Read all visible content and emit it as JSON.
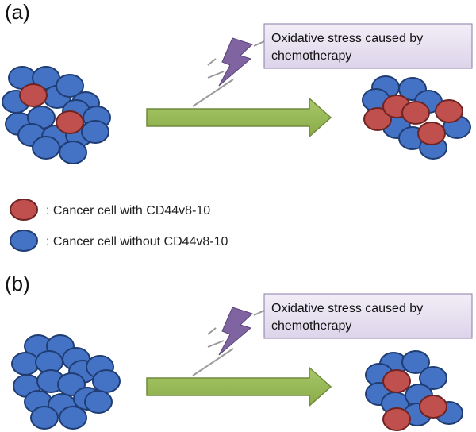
{
  "panels": [
    {
      "label": "(a)",
      "stress_box": {
        "line1": "Oxidative stress caused by",
        "line2": "chemotherapy"
      }
    },
    {
      "label": "(b)",
      "stress_box": {
        "line1": "Oxidative stress caused by",
        "line2": "chemotherapy"
      }
    }
  ],
  "legend": {
    "red": ": Cancer cell with CD44v8-10",
    "blue": ": Cancer cell without CD44v8-10"
  },
  "colors": {
    "cell_with_cd44v8_10": "#c0504d",
    "cell_without_cd44v8_10": "#4472c4",
    "arrow": "#9bbb59",
    "lightning": "#8064a2",
    "stress_box_fill": "#e6e0ef"
  }
}
